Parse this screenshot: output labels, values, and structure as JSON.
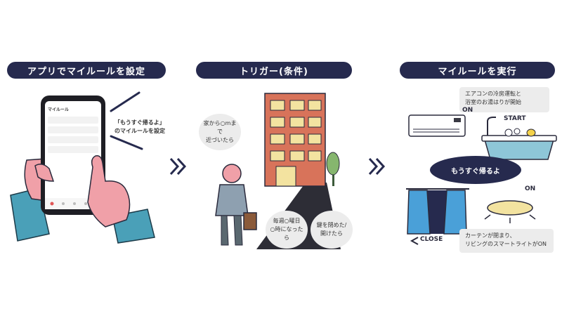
{
  "steps": [
    {
      "title": "アプリでマイルールを設定"
    },
    {
      "title": "トリガー(条件)"
    },
    {
      "title": "マイルールを実行"
    }
  ],
  "step1": {
    "caption_line1": "「もうすぐ帰るよ」",
    "caption_line2": "のマイルールを設定",
    "phone_title": "マイルール"
  },
  "step2": {
    "bubble_distance_line1": "家から○mまで",
    "bubble_distance_line2": "近づいたら",
    "bubble_time_line1": "毎週○曜日",
    "bubble_time_line2": "○時になったら",
    "bubble_door_line1": "鍵を閉めた/",
    "bubble_door_line2": "開けたら"
  },
  "step3": {
    "aircon_text_line1": "エアコンの冷房運転と",
    "aircon_text_line2": "浴室のお湯はりが開始",
    "on_label_1": "ON",
    "start_label": "START",
    "center_bubble": "もうすぐ帰るよ",
    "on_label_2": "ON",
    "close_label": "CLOSE",
    "curtain_text_line1": "カーテンが閉まり、",
    "curtain_text_line2": "リビングのスマートライトがON"
  },
  "colors": {
    "navy": "#262a4e",
    "bubble": "#ececec",
    "skin": "#f0a0a8",
    "sleeve": "#4aa0b8",
    "building": "#d8735a",
    "window": "#f3e3a0"
  }
}
